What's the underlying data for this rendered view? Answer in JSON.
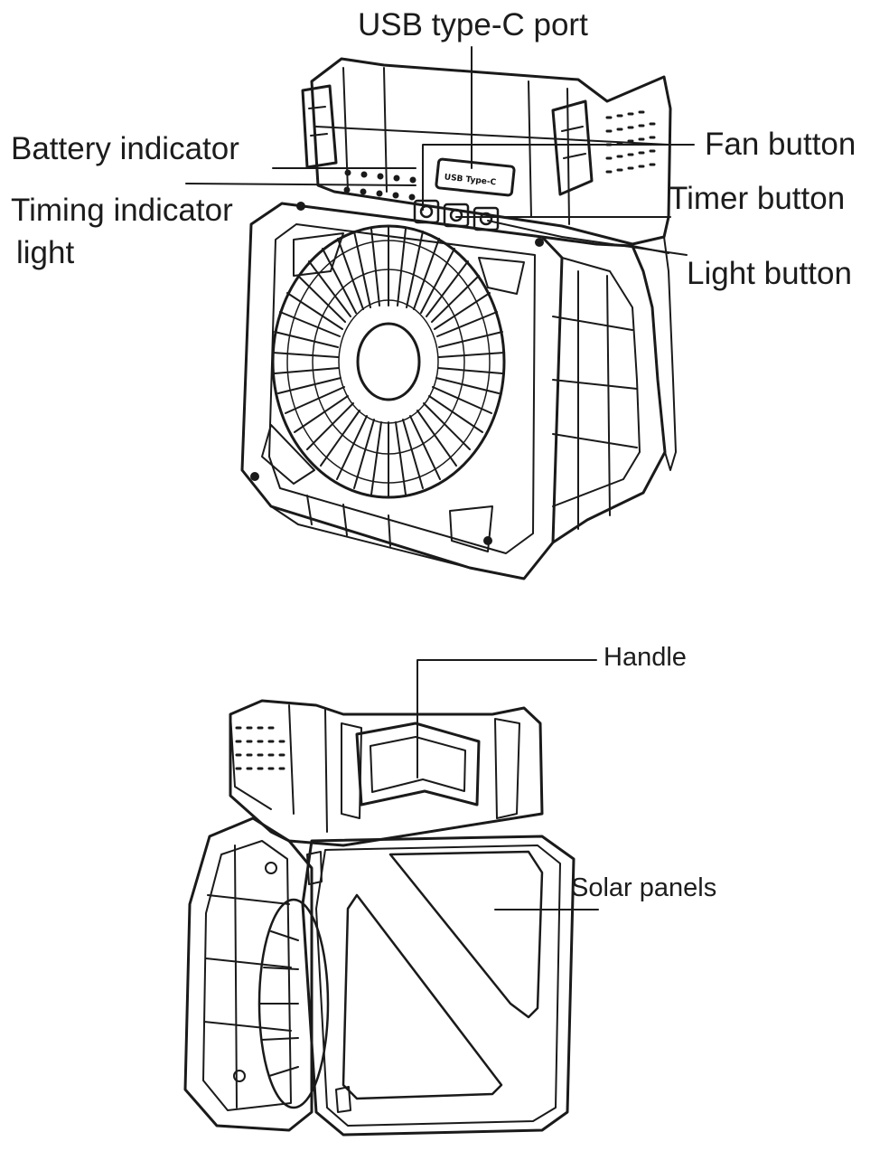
{
  "labels": {
    "usb_port": "USB type-C port",
    "battery_indicator": "Battery indicator",
    "timing_indicator_line1": "Timing indicator",
    "timing_indicator_line2": "light",
    "fan_button": "Fan button",
    "timer_button": "Timer button",
    "light_button": "Light button",
    "handle": "Handle",
    "solar_panels": "Solar panels"
  },
  "device_markings": {
    "usb_port_marking": "USB Type-C"
  },
  "colors": {
    "line": "#1a1a1a",
    "text": "#1c1c1c",
    "background": "#ffffff"
  }
}
